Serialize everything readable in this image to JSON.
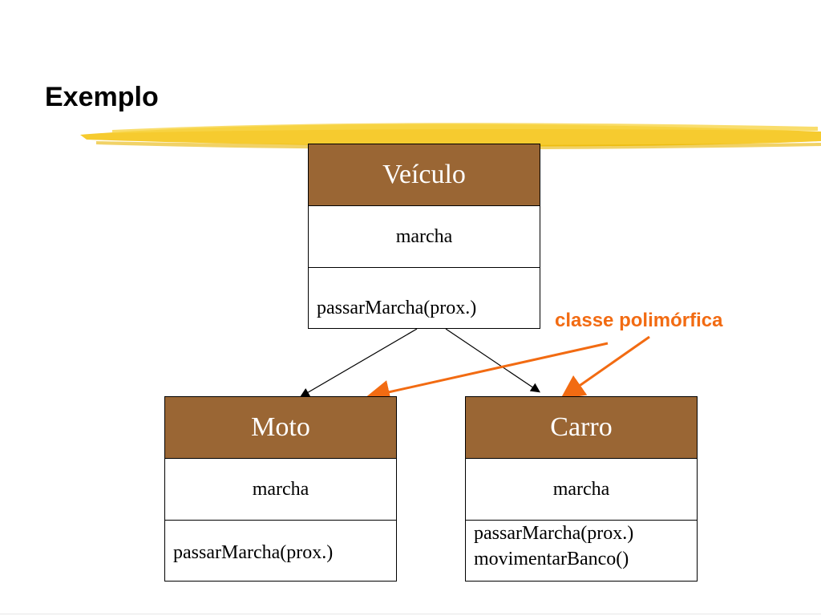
{
  "title": "Exemplo",
  "colors": {
    "class_header": "#9a6634",
    "header_text": "#ffffff",
    "callout": "#f26b12",
    "brush": "#f5c518"
  },
  "classes": {
    "veiculo": {
      "name": "Veículo",
      "attribute": "marcha",
      "methods": [
        "passarMarcha(prox.)"
      ]
    },
    "moto": {
      "name": "Moto",
      "attribute": "marcha",
      "methods": [
        "passarMarcha(prox.)"
      ]
    },
    "carro": {
      "name": "Carro",
      "attribute": "marcha",
      "methods": [
        "passarMarcha(prox.)",
        "movimentarBanco()"
      ]
    }
  },
  "callout": {
    "label": "classe polimórfica"
  }
}
